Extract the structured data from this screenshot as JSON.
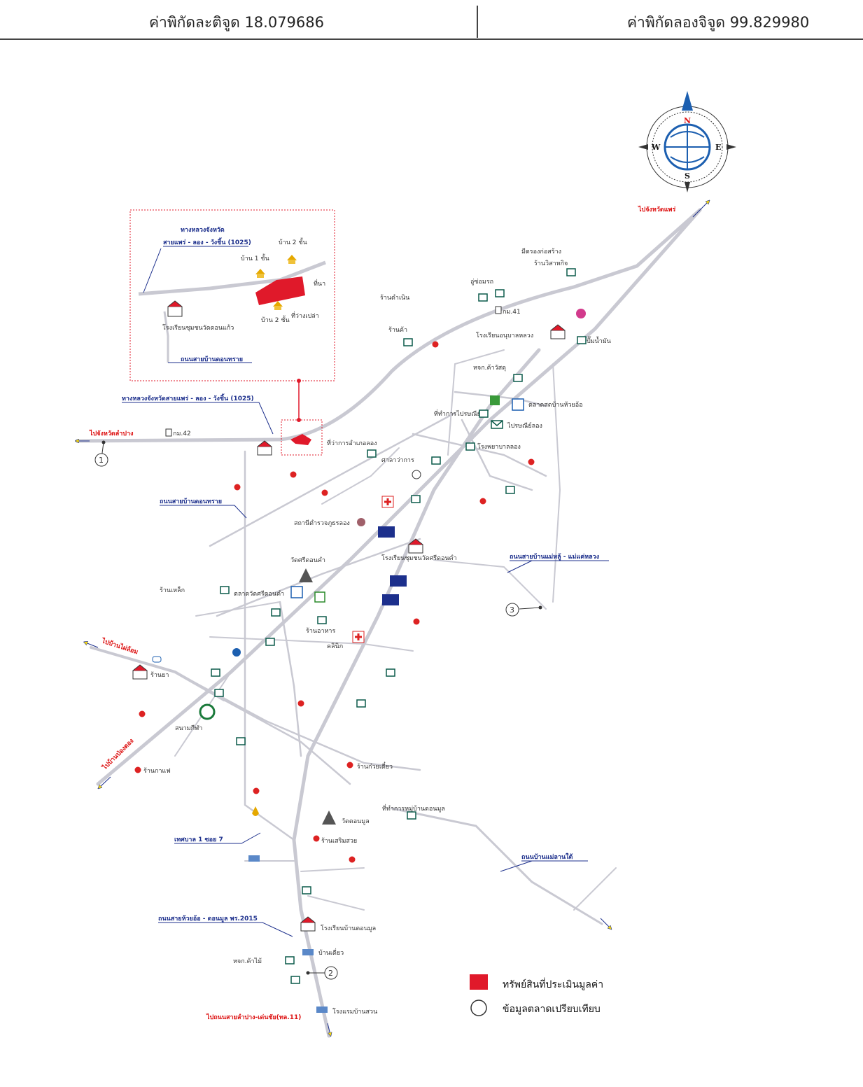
{
  "header": {
    "latitude_label": "ค่าพิกัดละติจูด 18.079686",
    "longitude_label": "ค่าพิกัดลองจิจูด 99.829980"
  },
  "compass": {
    "n": "N",
    "s": "S",
    "e": "E",
    "w": "W"
  },
  "directions": {
    "to_phrae": "ไปจังหวัดแพร่",
    "to_lampang": "ไปจังหวัดลำปาง",
    "to_ban_bunlue": "ไปบ้านไผ่ล้อม",
    "to_ban_pongtong": "ไปบ้านป่องตอง",
    "to_highway11": "ไปถนนสายลำปาง-เด่นชัย(ทล.11)"
  },
  "inset": {
    "highway_line1": "ทางหลวงจังหวัด",
    "highway_line2": "สายแพร่ - ลอง - วังชิ้น (1025)",
    "road_label": "ถนนสายบ้านดอนทราย",
    "house1": "บ้าน 1 ชั้น",
    "house2": "บ้าน 2 ชั้น",
    "house2b": "บ้าน 2 ชั้น",
    "field": "ที่นา",
    "vacant": "ที่ว่างเปล่า",
    "school": "โรงเรียนชุมชนวัดดอนแก้ว"
  },
  "roads": {
    "hw1025": "ทางหลวงจังหวัดสายแพร่ - ลอง - วังชิ้น (1025)",
    "ban_don_sai": "ถนนสายบ้านดอนทราย",
    "mae_lu": "ถนนสายบ้านแม่หลู้ - แม่แค่หลวง",
    "mae_lan": "ถนนบ้านแม่ลานใต้",
    "huai_o": "ถนนสายห้วยอ้อ - ดอนมูล พร.2015",
    "soi7": "เทศบาล 1 ซอย 7"
  },
  "km_markers": {
    "km41": "กม.41",
    "km42": "กม.42"
  },
  "comparables": {
    "c1": "1",
    "c2": "2",
    "c3": "3"
  },
  "places": [
    "มีตรองก่อสร้าง",
    "ร้านวิสาหกิจ",
    "อู่ซ่อมรถ",
    "ร้านดำเนิน",
    "โรงเรียนอนุบาลหลวง",
    "ปั๊มน้ำมัน",
    "ร้านค้า",
    "หจก.ค้าวัสดุ",
    "ที่ทำการไปรษณีย์",
    "ตลาดสดบ้านห้วยอ้อ",
    "ไปรษณีย์ลอง",
    "โรงพยาบาลลอง",
    "ที่ว่าการอำเภอลอง",
    "สถานีตำรวจภูธรลอง",
    "ศาลาว่าการ",
    "วัดศรีดอนคำ",
    "โรงเรียนชุมชนวัดศรีดอนคำ",
    "ร้านเหล็ก",
    "ตลาดวัดศรีดอนคำ",
    "ร้านอาหาร",
    "สนามกีฬา",
    "ร้านยา",
    "วัดดอนมูล",
    "ร้านเสริมสวย",
    "โรงเรียนบ้านดอนมูล",
    "บ้านเดี่ยว",
    "โรงแรมบ้านสวน",
    "หจก.ค้าไม้",
    "ที่ทำการหมู่บ้านดอนมูล",
    "ร้านกาแฟ",
    "ร้านก๋วยเตี๋ยว",
    "คลินิก"
  ],
  "legend": {
    "subject": "ทรัพย์สินที่ประเมินมูลค่า",
    "comparable": "ข้อมูลตลาดเปรียบเทียบ"
  },
  "colors": {
    "road": "#c9c9d2",
    "subject": "#e0192a",
    "inset_border": "#e0192a",
    "label_blue": "#1c2f8c",
    "dir_red": "#d11111",
    "arrow_yellow": "#f5d60e"
  }
}
